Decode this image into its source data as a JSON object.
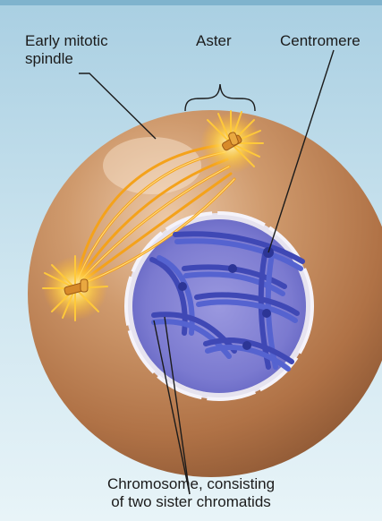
{
  "labels": {
    "spindle": "Early mitotic\nspindle",
    "aster": "Aster",
    "centromere": "Centromere",
    "chromosome": "Chromosome, consisting\nof two sister chromatids"
  },
  "colors": {
    "background_top": "#a9cfe2",
    "background_bottom": "#e6f3f8",
    "cell": "#b97c4e",
    "nucleus": "#5b5fc2",
    "chromatid": "#3f48b5",
    "spindle_fiber": "#f4a21b",
    "centrosome": "#e8b22a"
  }
}
